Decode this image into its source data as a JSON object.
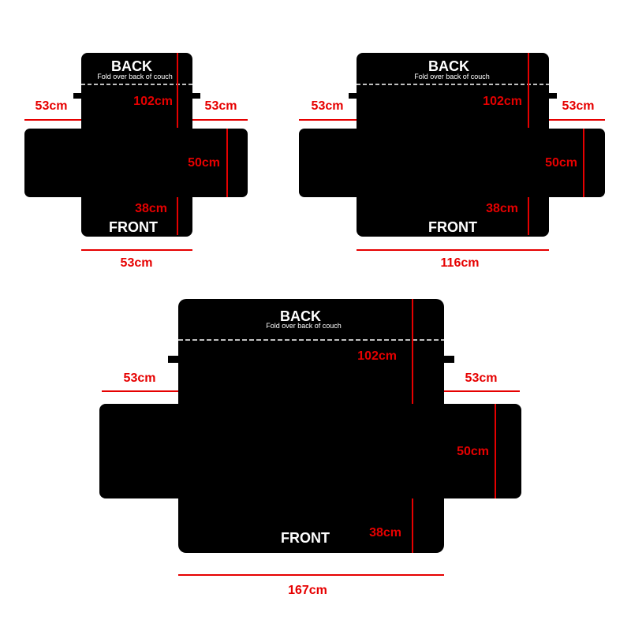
{
  "colors": {
    "cover": "#000000",
    "measure": "#e60000",
    "label": "#ffffff",
    "background": "#ffffff"
  },
  "diagrams": [
    {
      "back_label": "BACK",
      "fold_note": "Fold over back of couch",
      "front_label": "FRONT",
      "back_height": "102cm",
      "front_height": "38cm",
      "arm_height": "50cm",
      "left_arm_width": "53cm",
      "right_arm_width": "53cm",
      "seat_width": "53cm"
    },
    {
      "back_label": "BACK",
      "fold_note": "Fold over back of couch",
      "front_label": "FRONT",
      "back_height": "102cm",
      "front_height": "38cm",
      "arm_height": "50cm",
      "left_arm_width": "53cm",
      "right_arm_width": "53cm",
      "seat_width": "116cm"
    },
    {
      "back_label": "BACK",
      "fold_note": "Fold over back of couch",
      "front_label": "FRONT",
      "back_height": "102cm",
      "front_height": "38cm",
      "arm_height": "50cm",
      "left_arm_width": "53cm",
      "right_arm_width": "53cm",
      "seat_width": "167cm"
    }
  ]
}
